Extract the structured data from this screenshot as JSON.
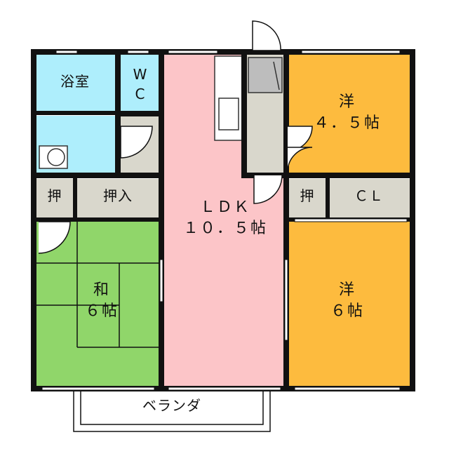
{
  "rooms": {
    "bath": "浴室",
    "wc_line1": "W",
    "wc_line2": "C",
    "ldk_line1": "ＬＤＫ",
    "ldk_line2": "１０．５帖",
    "west_closet": "押",
    "west_closet_2": "押入",
    "washitsu_line1": "和",
    "washitsu_line2": "６帖",
    "yoshitsu_ne_line1": "洋",
    "yoshitsu_ne_line2": "４．５帖",
    "east_closet": "押",
    "cl": "ＣＬ",
    "yoshitsu_se_line1": "洋",
    "yoshitsu_se_line2": "６帖",
    "veranda": "ベランダ"
  },
  "colors": {
    "bath_fill": "#aeeefc",
    "ldk_fill": "#fcc5c8",
    "washitsu_fill": "#90d66a",
    "yoshitsu_fill": "#fdbb3e",
    "closet_fill": "#d9d7cc",
    "wall": "#111111"
  }
}
